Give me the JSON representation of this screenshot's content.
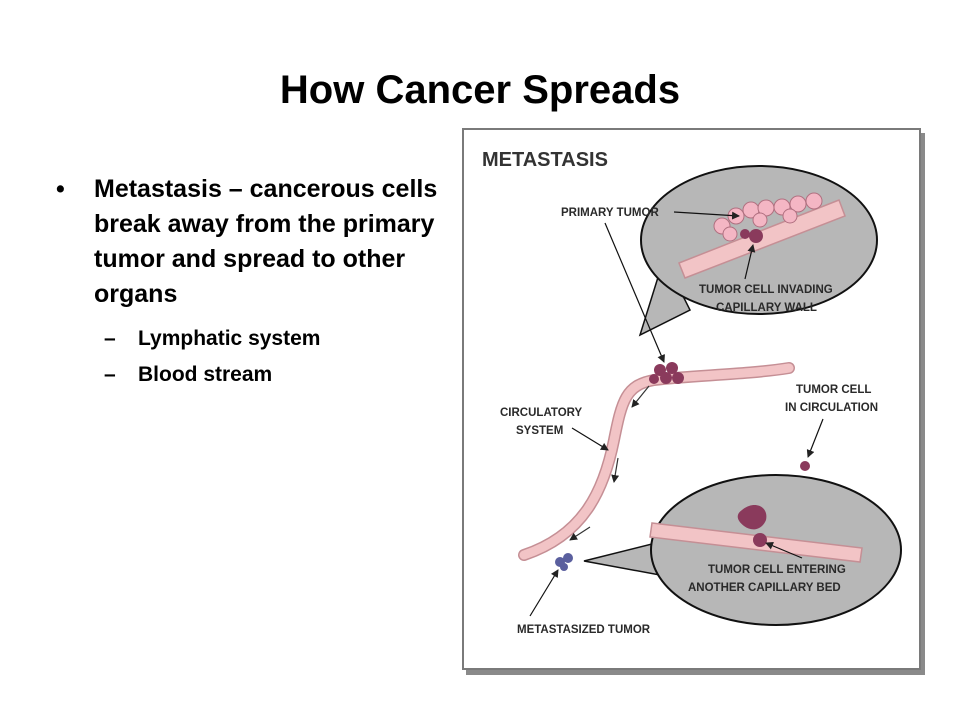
{
  "slide": {
    "title": "How Cancer Spreads"
  },
  "bullets": [
    {
      "marker": "•",
      "text": "Metastasis – cancerous cells break away from the primary tumor and spread to other organs",
      "sub_items": [
        {
          "marker": "–",
          "text": "Lymphatic system"
        },
        {
          "marker": "–",
          "text": "Blood stream"
        }
      ]
    }
  ],
  "figure": {
    "title": "METASTASIS",
    "labels": {
      "primary_tumor": "PRIMARY TUMOR",
      "invading_1": "TUMOR CELL INVADING",
      "invading_2": "CAPILLARY WALL",
      "in_circ_1": "TUMOR CELL",
      "in_circ_2": "IN CIRCULATION",
      "circulatory_1": "CIRCULATORY",
      "circulatory_2": "SYSTEM",
      "entering_1": "TUMOR CELL ENTERING",
      "entering_2": "ANOTHER CAPILLARY BED",
      "metastasized": "METASTASIZED TUMOR"
    },
    "colors": {
      "vessel": "#f2c4c6",
      "vessel_outline": "#c58f95",
      "tumor_cell": "#8a3a5c",
      "primary_tumor_cells": "#f4b6c4",
      "bubble": "#b7b7b7",
      "metastasized_cells": "#5a5f9e"
    }
  }
}
